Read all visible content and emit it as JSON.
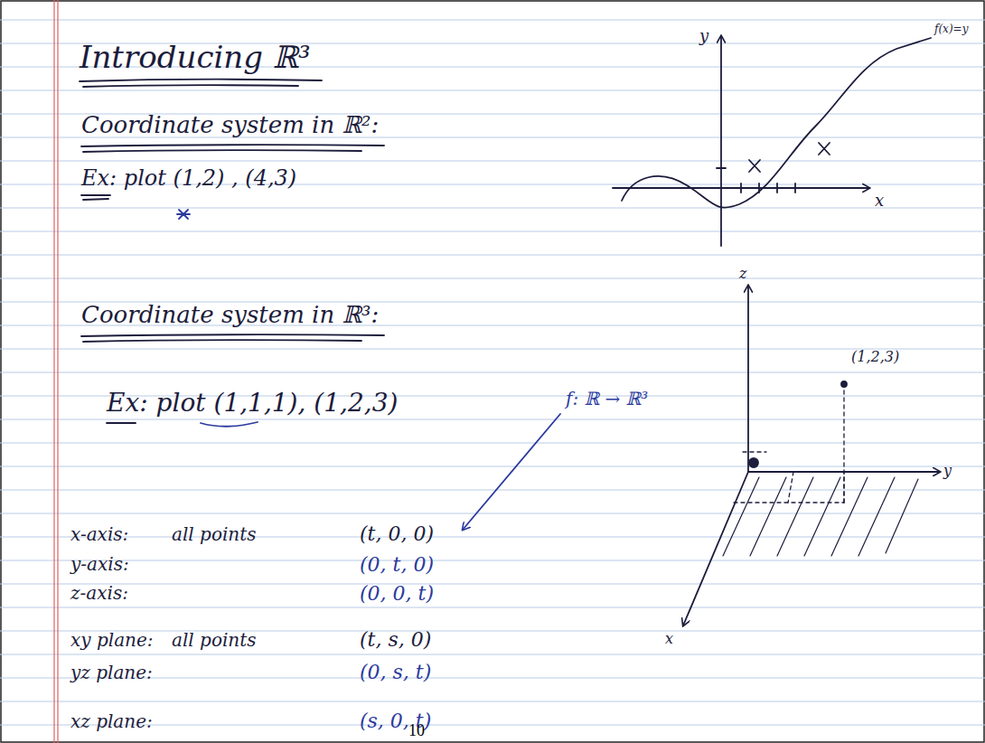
{
  "diagram": {
    "title": "Introducing ℝ³",
    "labels": [
      "Coordinate system in ℝ²:",
      "Ex: plot (1,2) , (4,3)",
      "Coordinate system in ℝ³:",
      "Ex: plot (1,1,1), (1,2,3)",
      "f: ℝ → ℝ³",
      "x-axis:",
      "all points",
      "(t, 0, 0)",
      "y-axis:",
      "(0, t, 0)",
      "z-axis:",
      "(0, 0, t)",
      "xy plane:",
      "all points",
      "(t, s, 0)",
      "yz plane:",
      "(0, s, t)",
      "xz plane:",
      "(s, 0, t)",
      "10",
      "y",
      "x",
      "f(x)=y",
      "z",
      "y",
      "x",
      "(1,2,3)"
    ]
  }
}
